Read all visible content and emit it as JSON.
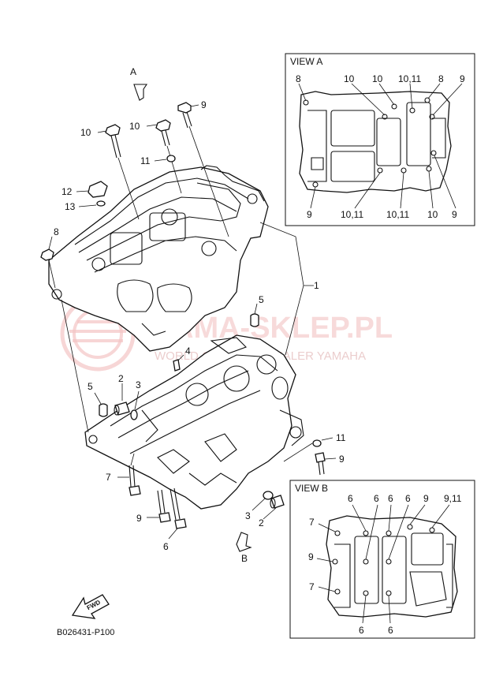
{
  "diagram": {
    "view_markers": {
      "a": "A",
      "b": "B"
    },
    "view_a": {
      "title": "VIEW A",
      "top_labels": [
        "8",
        "10",
        "10",
        "10,11",
        "8",
        "9"
      ],
      "bottom_labels": [
        "9",
        "10,11",
        "10,11",
        "10",
        "9"
      ]
    },
    "view_b": {
      "title": "VIEW B",
      "top_labels": [
        "6",
        "6",
        "6",
        "6",
        "9",
        "9,11"
      ],
      "side_labels": [
        "7",
        "9",
        "7"
      ],
      "bottom_labels": [
        "6",
        "6"
      ]
    },
    "callouts": {
      "c9_top": "9",
      "c10_left": "10",
      "c10_mid": "10",
      "c11": "11",
      "c12": "12",
      "c13": "13",
      "c8": "8",
      "c1": "1",
      "c5_right": "5",
      "c4": "4",
      "c5_left": "5",
      "c2_left": "2",
      "c3_left": "3",
      "c11_right": "11",
      "c9_right": "9",
      "c7": "7",
      "c9_bottom": "9",
      "c6": "6",
      "c3_bottom": "3",
      "c2_bottom": "2"
    },
    "fwd_label": "FWD",
    "diagram_code": "B026431-P100",
    "watermark": {
      "title": "AMA-SKLEP.PL",
      "subtitle": "WORLD OF MOTO | DEALER YAMAHA"
    }
  }
}
